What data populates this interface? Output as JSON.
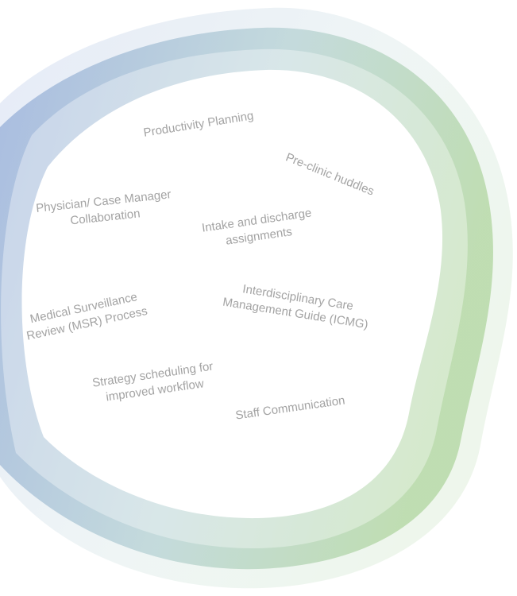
{
  "diagram": {
    "colors": {
      "ring_blue": "#9db3dc",
      "ring_teal": "#bdd6d8",
      "ring_green": "#b7d9a8",
      "label_text": "#a3a3a3"
    },
    "labels": {
      "productivity": "Productivity Planning",
      "preclinic": "Pre-clinic huddles",
      "physician": [
        "Physician/ Case Manager",
        "Collaboration"
      ],
      "intake": [
        "Intake and discharge",
        "assignments"
      ],
      "icmg": [
        "Interdisciplinary Care",
        "Management Guide (ICMG)"
      ],
      "msr": [
        "Medical Surveillance",
        "Review (MSR) Process"
      ],
      "strategy": [
        "Strategy scheduling for",
        "improved workflow"
      ],
      "staff": "Staff Communication"
    }
  }
}
